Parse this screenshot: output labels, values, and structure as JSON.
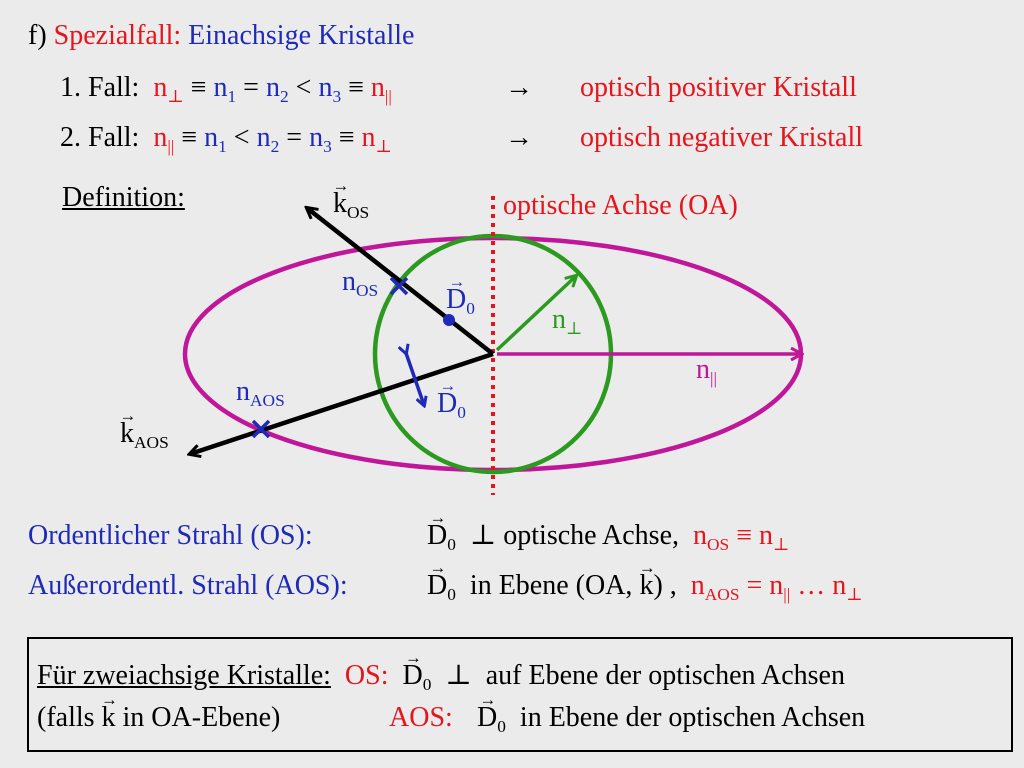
{
  "heading": {
    "marker": "f)",
    "special_case": "Spezialfall:",
    "topic": "Einachsige Kristalle"
  },
  "cases": [
    {
      "label": "1. Fall:",
      "n_perp": "n",
      "perp_sym": "⊥",
      "equiv": "≡",
      "n1": "n",
      "sub1": "1",
      "rel1": "=",
      "n2": "n",
      "sub2": "2",
      "rel2": "<",
      "n3": "n",
      "sub3": "3",
      "n_par": "n",
      "par_sym": "||",
      "arrow": "→",
      "result": "optisch positiver Kristall"
    },
    {
      "label": "2. Fall:",
      "n_par": "n",
      "par_sym": "||",
      "equiv": "≡",
      "n1": "n",
      "sub1": "1",
      "rel1": "<",
      "n2": "n",
      "sub2": "2",
      "rel2": "=",
      "n3": "n",
      "sub3": "3",
      "n_perp": "n",
      "perp_sym": "⊥",
      "arrow": "→",
      "result": "optisch negativer Kristall"
    }
  ],
  "definition": "Definition:",
  "diagram": {
    "optic_axis": "optische Achse (OA)",
    "k_os": {
      "k": "k",
      "sub": "OS"
    },
    "n_os": {
      "n": "n",
      "sub": "OS"
    },
    "d0_top": {
      "d": "D",
      "sub": "0"
    },
    "n_perp": {
      "n": "n",
      "sub": "⊥"
    },
    "n_par": {
      "n": "n",
      "sub": "||"
    },
    "n_aos": {
      "n": "n",
      "sub": "AOS"
    },
    "d0_bottom": {
      "d": "D",
      "sub": "0"
    },
    "k_aos": {
      "k": "k",
      "sub": "AOS"
    },
    "colors": {
      "ellipse": "#c0169a",
      "circle": "#2b9a1f",
      "optic_axis": "#e8141c",
      "d_vector": "#1f2bb8",
      "rays": "#000000"
    }
  },
  "os": {
    "label": "Ordentlicher Strahl (OS):",
    "d": "D",
    "d_sub": "0",
    "perp": "⊥",
    "text": "optische Achse,",
    "n": "n",
    "n_sub": "OS",
    "equiv": "≡",
    "n2": "n",
    "n2_sub": "⊥"
  },
  "aos": {
    "label": "Außerordentl. Strahl (AOS):",
    "d": "D",
    "d_sub": "0",
    "text": "in Ebene (OA,",
    "k": "k",
    "close": ") ,",
    "n": "n",
    "n_sub": "AOS",
    "eq": "=",
    "n2": "n",
    "n2_sub": "||",
    "dots": "…",
    "n3": "n",
    "n3_sub": "⊥"
  },
  "box": {
    "line1": {
      "title": "Für zweiachsige Kristalle:",
      "os": "OS:",
      "d": "D",
      "d_sub": "0",
      "perp": "⊥",
      "text": "auf Ebene der optischen Achsen"
    },
    "line2": {
      "prefix": "(falls",
      "k": "k",
      "text": "in OA-Ebene)",
      "aos": "AOS:",
      "d": "D",
      "d_sub": "0",
      "text2": "in Ebene der optischen Achsen"
    }
  }
}
